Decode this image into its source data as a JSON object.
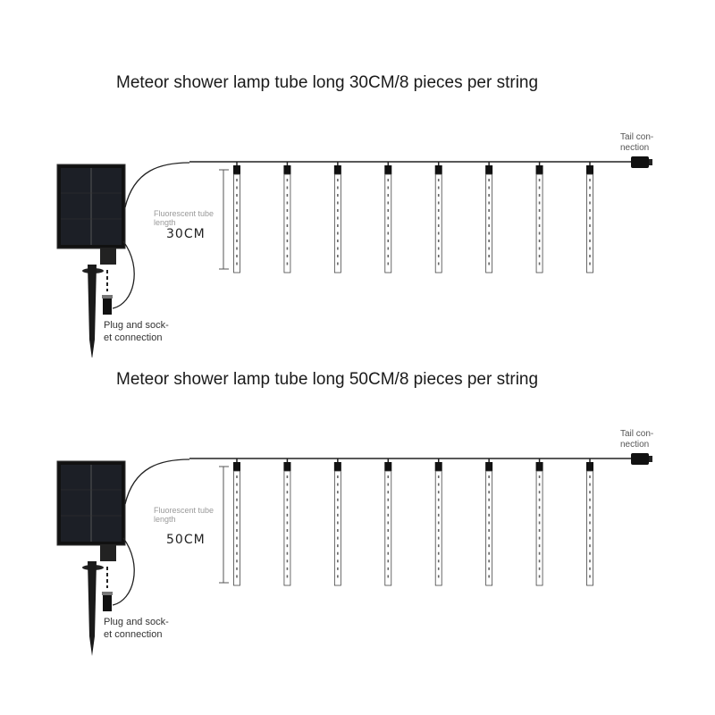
{
  "diagrams": [
    {
      "title": "Meteor shower lamp tube long 30CM/8 pieces per string",
      "tail_label": "Tail con-\nnection",
      "plug_label": "Plug and sock-\net connection",
      "fluorescent_label": "Fluorescent tube\nlength",
      "length_label": "30CM",
      "tube_count": 8,
      "tube_length_cm": 30
    },
    {
      "title": "Meteor shower lamp tube long 50CM/8 pieces per string",
      "tail_label": "Tail con-\nnection",
      "plug_label": "Plug and sock-\net connection",
      "fluorescent_label": "Fluorescent tube\nlength",
      "length_label": "50CM",
      "tube_count": 8,
      "tube_length_cm": 50
    }
  ],
  "icons": {
    "panel": "solar-panel-icon",
    "stake": "ground-stake-icon",
    "connector": "tail-connector-icon"
  }
}
